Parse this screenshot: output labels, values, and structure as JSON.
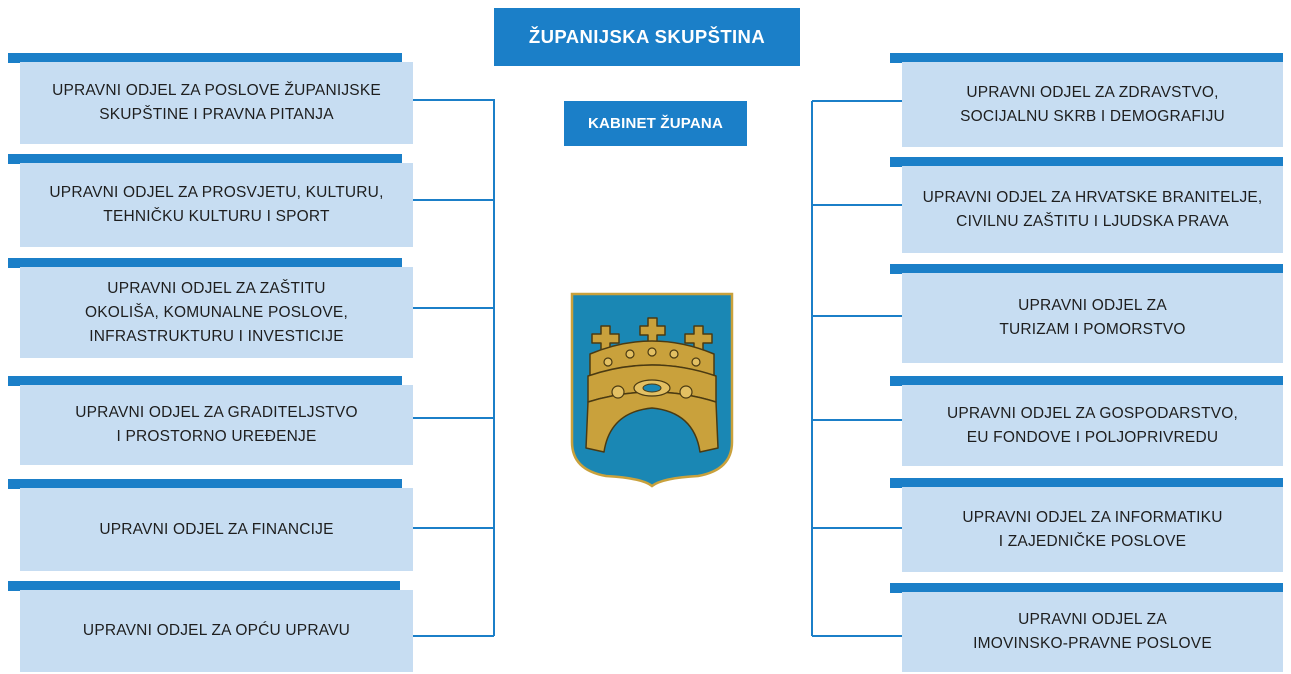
{
  "header": {
    "title": "ŽUPANIJSKA SKUPŠTINA"
  },
  "cabinet": {
    "label": "KABINET ŽUPANA"
  },
  "left_departments": [
    {
      "label": "UPRAVNI ODJEL ZA POSLOVE ŽUPANIJSKE\nSKUPŠTINE I PRAVNA PITANJA"
    },
    {
      "label": "UPRAVNI ODJEL ZA PROSVJETU, KULTURU,\nTEHNIČKU KULTURU I SPORT"
    },
    {
      "label": "UPRAVNI ODJEL ZA ZAŠTITU\nOKOLIŠA, KOMUNALNE POSLOVE,\nINFRASTRUKTURU I INVESTICIJE"
    },
    {
      "label": "UPRAVNI ODJEL ZA GRADITELJSTVO\nI PROSTORNO UREĐENJE"
    },
    {
      "label": "UPRAVNI ODJEL ZA FINANCIJE"
    },
    {
      "label": "UPRAVNI ODJEL ZA OPĆU UPRAVU"
    }
  ],
  "right_departments": [
    {
      "label": "UPRAVNI ODJEL ZA ZDRAVSTVO,\nSOCIJALNU SKRB I DEMOGRAFIJU"
    },
    {
      "label": "UPRAVNI ODJEL ZA HRVATSKE BRANITELJE,\nCIVILNU ZAŠTITU I LJUDSKA PRAVA"
    },
    {
      "label": "UPRAVNI ODJEL ZA\nTURIZAM I POMORSTVO"
    },
    {
      "label": "UPRAVNI ODJEL ZA GOSPODARSTVO,\nEU FONDOVE I POLJOPRIVREDU"
    },
    {
      "label": "UPRAVNI ODJEL ZA INFORMATIKU\nI ZAJEDNIČKE POSLOVE"
    },
    {
      "label": "UPRAVNI ODJEL ZA\nIMOVINSKO-PRAVNE POSLOVE"
    }
  ],
  "colors": {
    "accent_blue": "#1b7fc8",
    "box_fill": "#c7ddf2",
    "shield_blue": "#1a87b4",
    "crown_gold": "#c9a13c"
  },
  "icons": {
    "coat_of_arms": "coat-of-arms-crown-icon"
  }
}
